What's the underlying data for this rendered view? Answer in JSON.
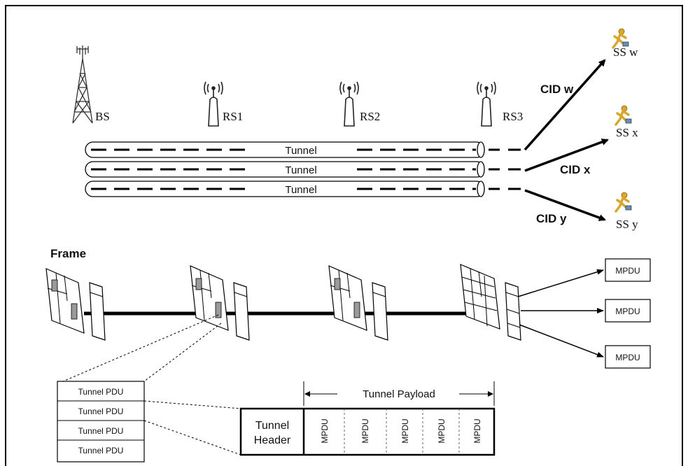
{
  "nodes": {
    "bs": "BS",
    "rs1": "RS1",
    "rs2": "RS2",
    "rs3": "RS3"
  },
  "tunnels": [
    "Tunnel",
    "Tunnel",
    "Tunnel"
  ],
  "connections": {
    "w": {
      "cid": "CID w",
      "station": "SS w"
    },
    "x": {
      "cid": "CID x",
      "station": "SS x"
    },
    "y": {
      "cid": "CID y",
      "station": "SS y"
    }
  },
  "frame_label": "Frame",
  "mpdu_boxes": [
    "MPDU",
    "MPDU",
    "MPDU"
  ],
  "tunnel_pdus": [
    "Tunnel PDU",
    "Tunnel PDU",
    "Tunnel PDU",
    "Tunnel PDU"
  ],
  "tunnel_payload_label": "Tunnel Payload",
  "tunnel_header": [
    "Tunnel",
    "Header"
  ],
  "payload_cells": [
    "MPDU",
    "MPDU",
    "MPDU",
    "MPDU",
    "MPDU"
  ],
  "colors": {
    "line": "#000000",
    "tunnel_fill": "#ffffff",
    "frame_block": "#9a9a9a",
    "payload_text": "#b0b0b0",
    "person": "#d9a62e"
  }
}
